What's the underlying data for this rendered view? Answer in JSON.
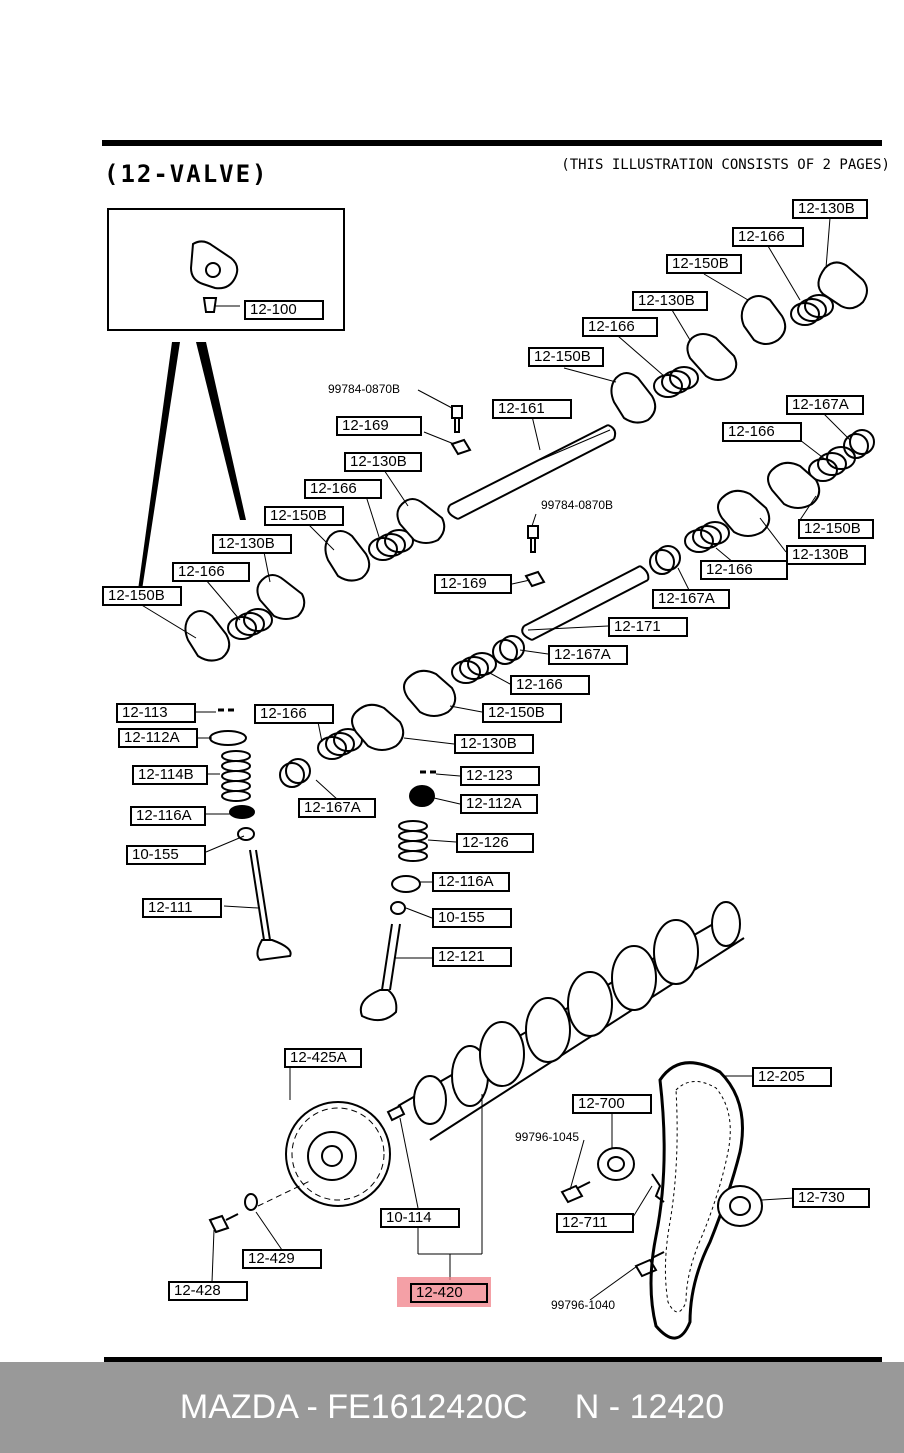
{
  "header": {
    "title": "(12-VALVE)",
    "note": "(THIS ILLUSTRATION CONSISTS OF  2 PAGES)"
  },
  "inset": {
    "label": "12-100"
  },
  "labels": {
    "l_130b_1": "12-130B",
    "l_166_1": "12-166",
    "l_150b_1": "12-150B",
    "l_130b_2": "12-130B",
    "l_166_2": "12-166",
    "l_150b_2": "12-150B",
    "l_99784_a": "99784-0870B",
    "l_161": "12-161",
    "l_169_a": "12-169",
    "l_130b_3": "12-130B",
    "l_166_3": "12-166",
    "l_150b_3": "12-150B",
    "l_130b_4": "12-130B",
    "l_166_4": "12-166",
    "l_150b_4": "12-150B",
    "l_167a_1": "12-167A",
    "l_166_5": "12-166",
    "l_99784_b": "99784-0870B",
    "l_150b_5": "12-150B",
    "l_130b_5": "12-130B",
    "l_166_6": "12-166",
    "l_169_b": "12-169",
    "l_167a_2": "12-167A",
    "l_171": "12-171",
    "l_167a_3": "12-167A",
    "l_166_7": "12-166",
    "l_150b_6": "12-150B",
    "l_113": "12-113",
    "l_112a_1": "12-112A",
    "l_166_8": "12-166",
    "l_130b_6": "12-130B",
    "l_114b": "12-114B",
    "l_123": "12-123",
    "l_112a_2": "12-112A",
    "l_167a_4": "12-167A",
    "l_116a_1": "12-116A",
    "l_126": "12-126",
    "l_155_1": "10-155",
    "l_116a_2": "12-116A",
    "l_111": "12-111",
    "l_155_2": "10-155",
    "l_121": "12-121",
    "l_425a": "12-425A",
    "l_205": "12-205",
    "l_700": "12-700",
    "l_99796_a": "99796-1045",
    "l_730": "12-730",
    "l_114": "10-114",
    "l_711": "12-711",
    "l_429": "12-429",
    "l_428": "12-428",
    "l_420": "12-420",
    "l_99796_b": "99796-1040"
  },
  "highlight": {
    "part": "12-420",
    "color": "#f08088"
  },
  "footer": {
    "brand": "MAZDA",
    "part_number": "FE1612420C",
    "ref": "N - 12420",
    "text": "MAZDA - FE1612420C     N - 12420"
  }
}
